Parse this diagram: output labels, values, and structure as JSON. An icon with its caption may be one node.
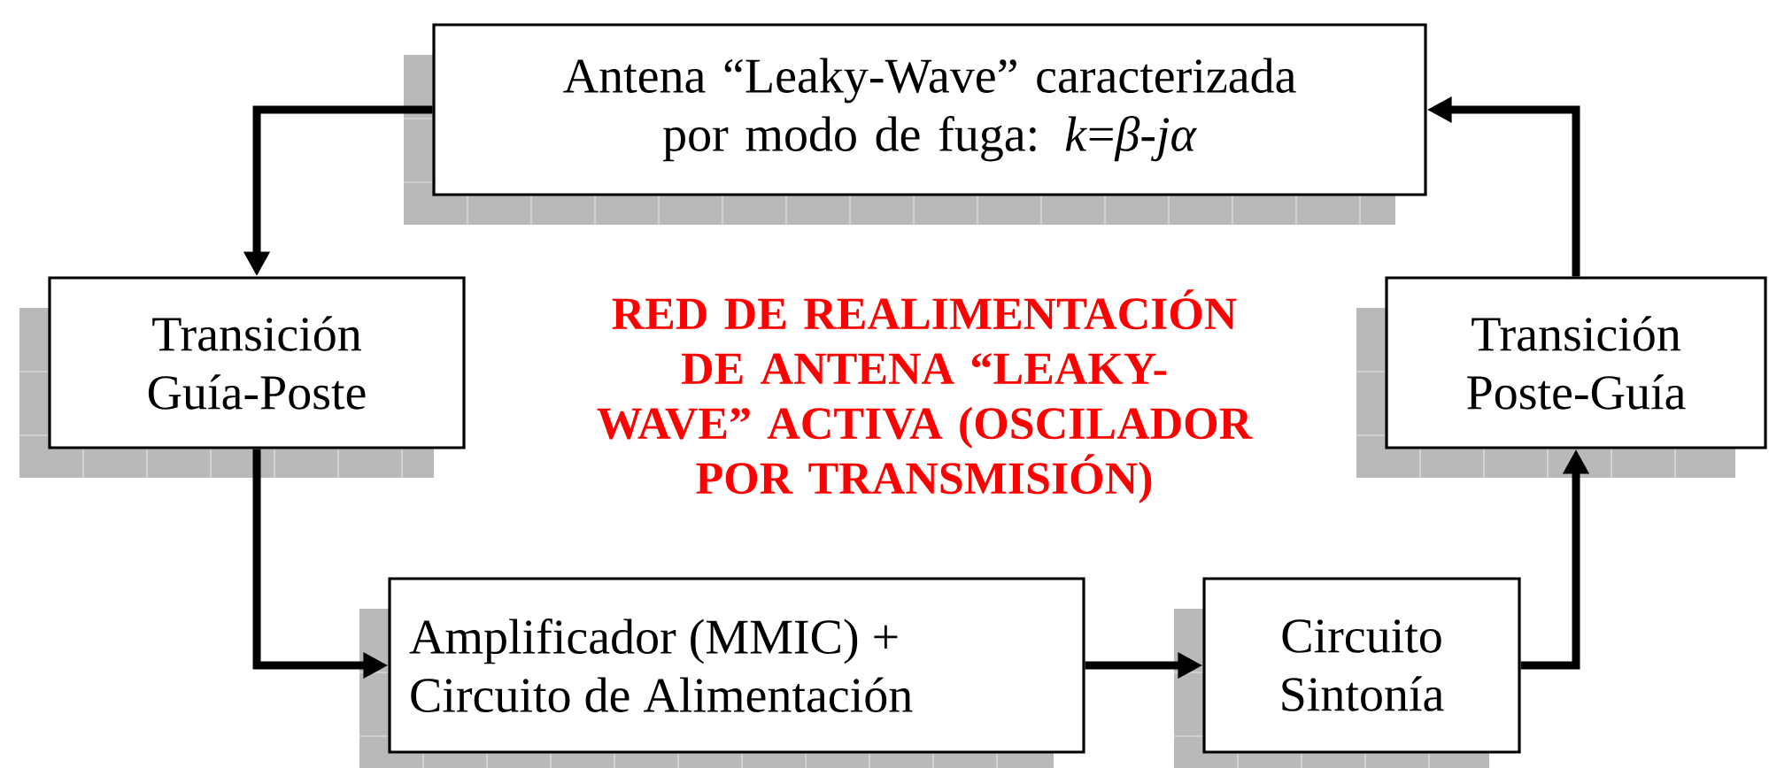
{
  "diagram": {
    "nodes": [
      {
        "text": [
          "Antena “Leaky-Wave” caracterizada por modo de fuga: *k*=*β-jα*"
        ]
      },
      {
        "text": [
          "Transición Guía-Poste"
        ]
      },
      {
        "text": [
          "Transición Poste-Guía"
        ]
      },
      {
        "text": [
          "Amplificador (MMIC) + Circuito de Alimentación"
        ]
      },
      {
        "text": [
          "Circuito Sintonía"
        ]
      }
    ],
    "edges": [
      {
        "from": 0,
        "to": 1,
        "arrow": "to"
      },
      {
        "from": 1,
        "to": 3,
        "arrow": "to"
      },
      {
        "from": 3,
        "to": 4,
        "arrow": "to"
      },
      {
        "from": 4,
        "to": 2,
        "arrow": "to"
      },
      {
        "from": 2,
        "to": 0,
        "arrow": "to"
      }
    ],
    "labels": [
      "RED DE REALIMENTACIÓN DE ANTENA “LEAKY-WAVE” ACTIVA (OSCILADOR POR TRANSMISIÓN)"
    ]
  }
}
